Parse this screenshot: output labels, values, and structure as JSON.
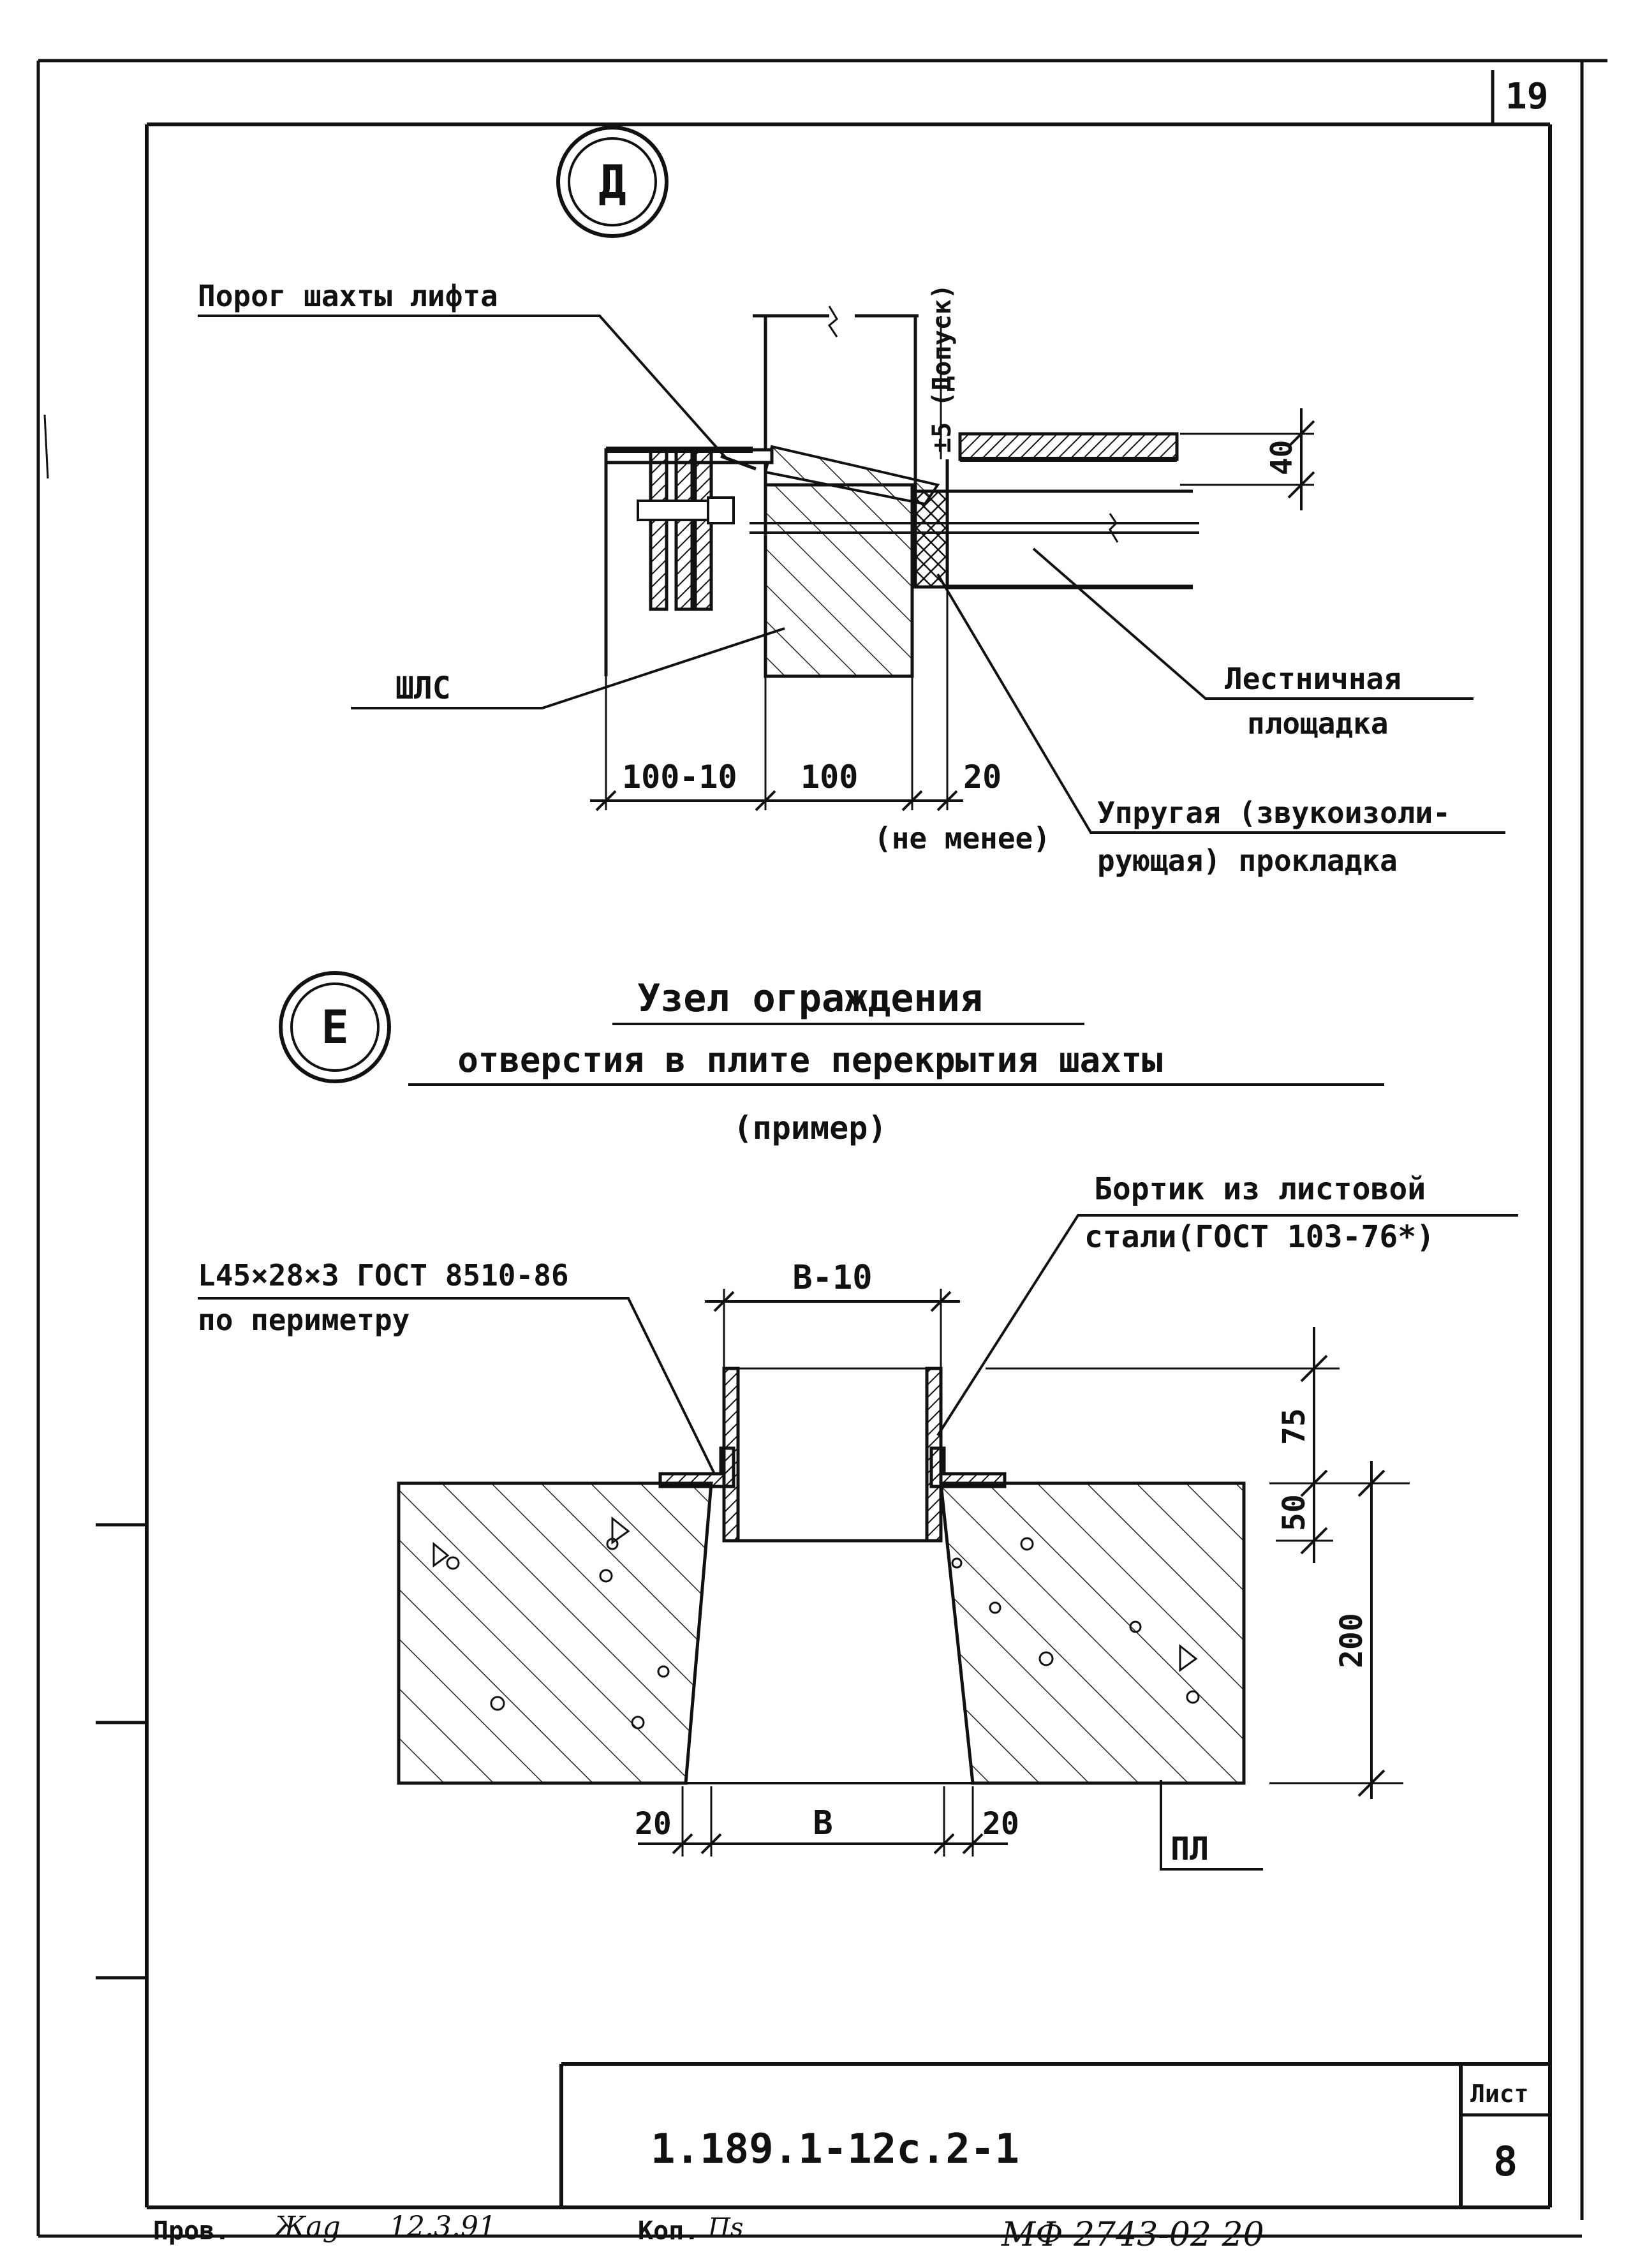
{
  "page_number": "19",
  "detail_d": {
    "marker": "Д",
    "label_threshold": "Порог шахты лифта",
    "label_tolerance": "±5 (Допуск)",
    "label_shls": "ШЛС",
    "label_landing_1": "Лестничная",
    "label_landing_2": "площадка",
    "label_pad_1": "Упругая (звукоизоли-",
    "label_pad_2": "рующая) прокладка",
    "dim_100_10": "100-10",
    "dim_100": "100",
    "dim_20": "20",
    "dim_min": "(не менее)",
    "dim_40": "40"
  },
  "detail_e": {
    "marker": "Е",
    "title_1": "Узел ограждения",
    "title_2": "отверстия в плите перекрытия шахты",
    "title_3": "(пример)",
    "label_rim_1": "Бортик из листовой",
    "label_rim_2": "стали(ГОСТ 103-76*)",
    "label_angle_1": "L45×28×3 ГОСТ 8510-86",
    "label_angle_2": "по периметру",
    "dim_b10": "В-10",
    "dim_b": "В",
    "dim_20_left": "20",
    "dim_20_right": "20",
    "dim_75": "75",
    "dim_50": "50",
    "dim_200": "200",
    "label_pl": "ПЛ"
  },
  "title_block": {
    "code": "1.189.1-12с.2-1",
    "sheet_label": "Лист",
    "sheet_number": "8"
  },
  "footer": {
    "check": "Пров.",
    "signature": "Жаg",
    "date": "12.3.91",
    "copy": "Коп.",
    "copy_sign": "Пs",
    "archive": "МФ 2743-02 20"
  }
}
